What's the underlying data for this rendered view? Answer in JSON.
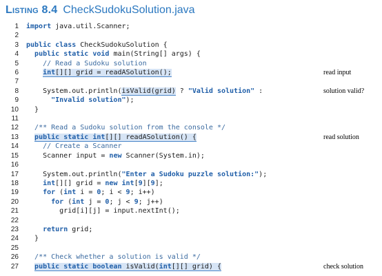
{
  "header": {
    "label": "Listing 8.4",
    "filename": "CheckSudokuSolution.java"
  },
  "lines": [
    {
      "n": "1",
      "parts": [
        {
          "t": "import",
          "c": "kw"
        },
        {
          "t": " java.util.Scanner;"
        }
      ]
    },
    {
      "n": "2",
      "parts": []
    },
    {
      "n": "3",
      "parts": [
        {
          "t": "public class",
          "c": "kw"
        },
        {
          "t": " CheckSudokuSolution {"
        }
      ]
    },
    {
      "n": "4",
      "parts": [
        {
          "t": "  "
        },
        {
          "t": "public static void",
          "c": "kw"
        },
        {
          "t": " main(String[] args) {"
        }
      ]
    },
    {
      "n": "5",
      "parts": [
        {
          "t": "    "
        },
        {
          "t": "// Read a Sudoku solution",
          "c": "cm"
        }
      ]
    },
    {
      "n": "6",
      "parts": [
        {
          "t": "    "
        },
        {
          "t": "int",
          "c": "kw hl"
        },
        {
          "t": "[][] grid = readASolution();",
          "c": "hl"
        }
      ],
      "annotation": "read input"
    },
    {
      "n": "7",
      "parts": []
    },
    {
      "n": "8",
      "parts": [
        {
          "t": "    System.out.println("
        },
        {
          "t": "isValid(grid)",
          "c": "hl"
        },
        {
          "t": " ? "
        },
        {
          "t": "\"Valid solution\"",
          "c": "st"
        },
        {
          "t": " :"
        }
      ],
      "annotation": "solution valid?"
    },
    {
      "n": "9",
      "parts": [
        {
          "t": "      "
        },
        {
          "t": "\"Invalid solution\"",
          "c": "st"
        },
        {
          "t": ");"
        }
      ]
    },
    {
      "n": "10",
      "parts": [
        {
          "t": "  }"
        }
      ]
    },
    {
      "n": "11",
      "parts": []
    },
    {
      "n": "12",
      "parts": [
        {
          "t": "  "
        },
        {
          "t": "/** Read a Sudoku solution from the console */",
          "c": "cm"
        }
      ]
    },
    {
      "n": "13",
      "parts": [
        {
          "t": "  "
        },
        {
          "t": "public static int",
          "c": "kw hl"
        },
        {
          "t": "[][] readASolution() {",
          "c": "hl"
        }
      ],
      "annotation": "read solution"
    },
    {
      "n": "14",
      "parts": [
        {
          "t": "    "
        },
        {
          "t": "// Create a Scanner",
          "c": "cm"
        }
      ]
    },
    {
      "n": "15",
      "parts": [
        {
          "t": "    Scanner input = "
        },
        {
          "t": "new",
          "c": "kw"
        },
        {
          "t": " Scanner(System.in);"
        }
      ]
    },
    {
      "n": "16",
      "parts": []
    },
    {
      "n": "17",
      "parts": [
        {
          "t": "    System.out.println("
        },
        {
          "t": "\"Enter a Sudoku puzzle solution:\"",
          "c": "st"
        },
        {
          "t": ");"
        }
      ]
    },
    {
      "n": "18",
      "parts": [
        {
          "t": "    "
        },
        {
          "t": "int",
          "c": "kw"
        },
        {
          "t": "[][] grid = "
        },
        {
          "t": "new int",
          "c": "kw"
        },
        {
          "t": "["
        },
        {
          "t": "9",
          "c": "kw"
        },
        {
          "t": "]["
        },
        {
          "t": "9",
          "c": "kw"
        },
        {
          "t": "];"
        }
      ]
    },
    {
      "n": "19",
      "parts": [
        {
          "t": "    "
        },
        {
          "t": "for",
          "c": "kw"
        },
        {
          "t": " ("
        },
        {
          "t": "int",
          "c": "kw"
        },
        {
          "t": " i = "
        },
        {
          "t": "0",
          "c": "kw"
        },
        {
          "t": "; i < "
        },
        {
          "t": "9",
          "c": "kw"
        },
        {
          "t": "; i++)"
        }
      ]
    },
    {
      "n": "20",
      "parts": [
        {
          "t": "      "
        },
        {
          "t": "for",
          "c": "kw"
        },
        {
          "t": " ("
        },
        {
          "t": "int",
          "c": "kw"
        },
        {
          "t": " j = "
        },
        {
          "t": "0",
          "c": "kw"
        },
        {
          "t": "; j < "
        },
        {
          "t": "9",
          "c": "kw"
        },
        {
          "t": "; j++)"
        }
      ]
    },
    {
      "n": "21",
      "parts": [
        {
          "t": "        grid[i][j] = input.nextInt();"
        }
      ]
    },
    {
      "n": "22",
      "parts": []
    },
    {
      "n": "23",
      "parts": [
        {
          "t": "    "
        },
        {
          "t": "return",
          "c": "kw"
        },
        {
          "t": " grid;"
        }
      ]
    },
    {
      "n": "24",
      "parts": [
        {
          "t": "  }"
        }
      ]
    },
    {
      "n": "25",
      "parts": []
    },
    {
      "n": "26",
      "parts": [
        {
          "t": "  "
        },
        {
          "t": "/** Check whether a solution is valid */",
          "c": "cm"
        }
      ]
    },
    {
      "n": "27",
      "parts": [
        {
          "t": "  "
        },
        {
          "t": "public static boolean",
          "c": "kw hl"
        },
        {
          "t": " isValid(",
          "c": "hl"
        },
        {
          "t": "int",
          "c": "kw hl"
        },
        {
          "t": "[][] grid) {",
          "c": "hl"
        }
      ],
      "annotation": "check solution"
    }
  ]
}
